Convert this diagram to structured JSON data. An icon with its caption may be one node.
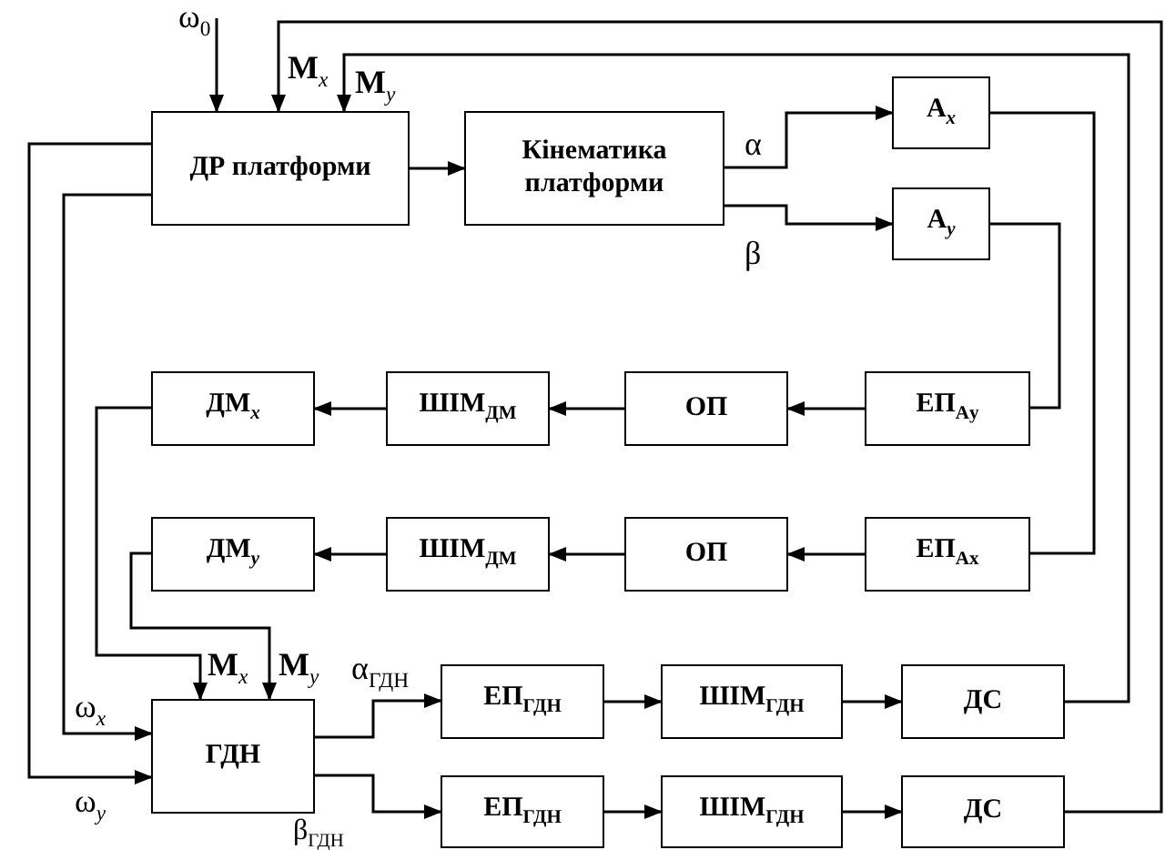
{
  "diagram": {
    "nodes": [
      {
        "text": [
          "ДР платформи"
        ]
      },
      {
        "text": [
          "Кінематика платформи"
        ]
      },
      {
        "text": [
          "А$_{x}$"
        ]
      },
      {
        "text": [
          "А$_{y}$"
        ]
      },
      {
        "text": [
          "ДМ$_{x}$"
        ]
      },
      {
        "text": [
          "ШІМ$_{ДМ}$"
        ]
      },
      {
        "text": [
          "ОП"
        ]
      },
      {
        "text": [
          "ЕП$_{Аy}$"
        ]
      },
      {
        "text": [
          "ДМ$_{y}$"
        ]
      },
      {
        "text": [
          "ШІМ$_{ДМ}$"
        ]
      },
      {
        "text": [
          "ОП"
        ]
      },
      {
        "text": [
          "ЕП$_{Аx}$"
        ]
      },
      {
        "text": [
          "ГДН"
        ]
      },
      {
        "text": [
          "ЕП$_{ГДН}$"
        ]
      },
      {
        "text": [
          "ШІМ$_{ГДН}$"
        ]
      },
      {
        "text": [
          "ДС"
        ]
      },
      {
        "text": [
          "ЕП$_{ГДН}$"
        ]
      },
      {
        "text": [
          "ШІМ$_{ГДН}$"
        ]
      },
      {
        "text": [
          "ДС"
        ]
      }
    ],
    "edges": [
      {
        "from": null,
        "to": 0,
        "arrow": "to",
        "label": "ω$_{0}$"
      },
      {
        "from": 0,
        "to": 1,
        "arrow": "to"
      },
      {
        "from": 1,
        "to": 2,
        "arrow": "to",
        "label": "α"
      },
      {
        "from": 1,
        "to": 3,
        "arrow": "to",
        "label": "β"
      },
      {
        "from": 2,
        "to": 11,
        "arrow": "none"
      },
      {
        "from": 3,
        "to": 7,
        "arrow": "none"
      },
      {
        "from": 7,
        "to": 6,
        "arrow": "to"
      },
      {
        "from": 6,
        "to": 5,
        "arrow": "to"
      },
      {
        "from": 5,
        "to": 4,
        "arrow": "to"
      },
      {
        "from": 11,
        "to": 10,
        "arrow": "to"
      },
      {
        "from": 10,
        "to": 9,
        "arrow": "to"
      },
      {
        "from": 9,
        "to": 8,
        "arrow": "to"
      },
      {
        "from": 4,
        "to": 12,
        "arrow": "to",
        "label": "**M**$_{x}$"
      },
      {
        "from": 8,
        "to": 12,
        "arrow": "to",
        "label": "**M**$_{y}$"
      },
      {
        "from": 0,
        "to": 12,
        "arrow": "to",
        "label": "ω$_{x}$"
      },
      {
        "from": 0,
        "to": 12,
        "arrow": "to",
        "label": "ω$_{y}$"
      },
      {
        "from": 12,
        "to": 13,
        "arrow": "to",
        "label": "α$_{ГДН}$"
      },
      {
        "from": 12,
        "to": 16,
        "arrow": "to",
        "label": "β$_{ГДН}$"
      },
      {
        "from": 13,
        "to": 14,
        "arrow": "to"
      },
      {
        "from": 14,
        "to": 15,
        "arrow": "to"
      },
      {
        "from": 16,
        "to": 17,
        "arrow": "to"
      },
      {
        "from": 17,
        "to": 18,
        "arrow": "to"
      },
      {
        "from": 15,
        "to": 0,
        "arrow": "to",
        "label": "**M**$_{y}$"
      },
      {
        "from": 18,
        "to": 0,
        "arrow": "to",
        "label": "**M**$_{x}$"
      }
    ]
  }
}
